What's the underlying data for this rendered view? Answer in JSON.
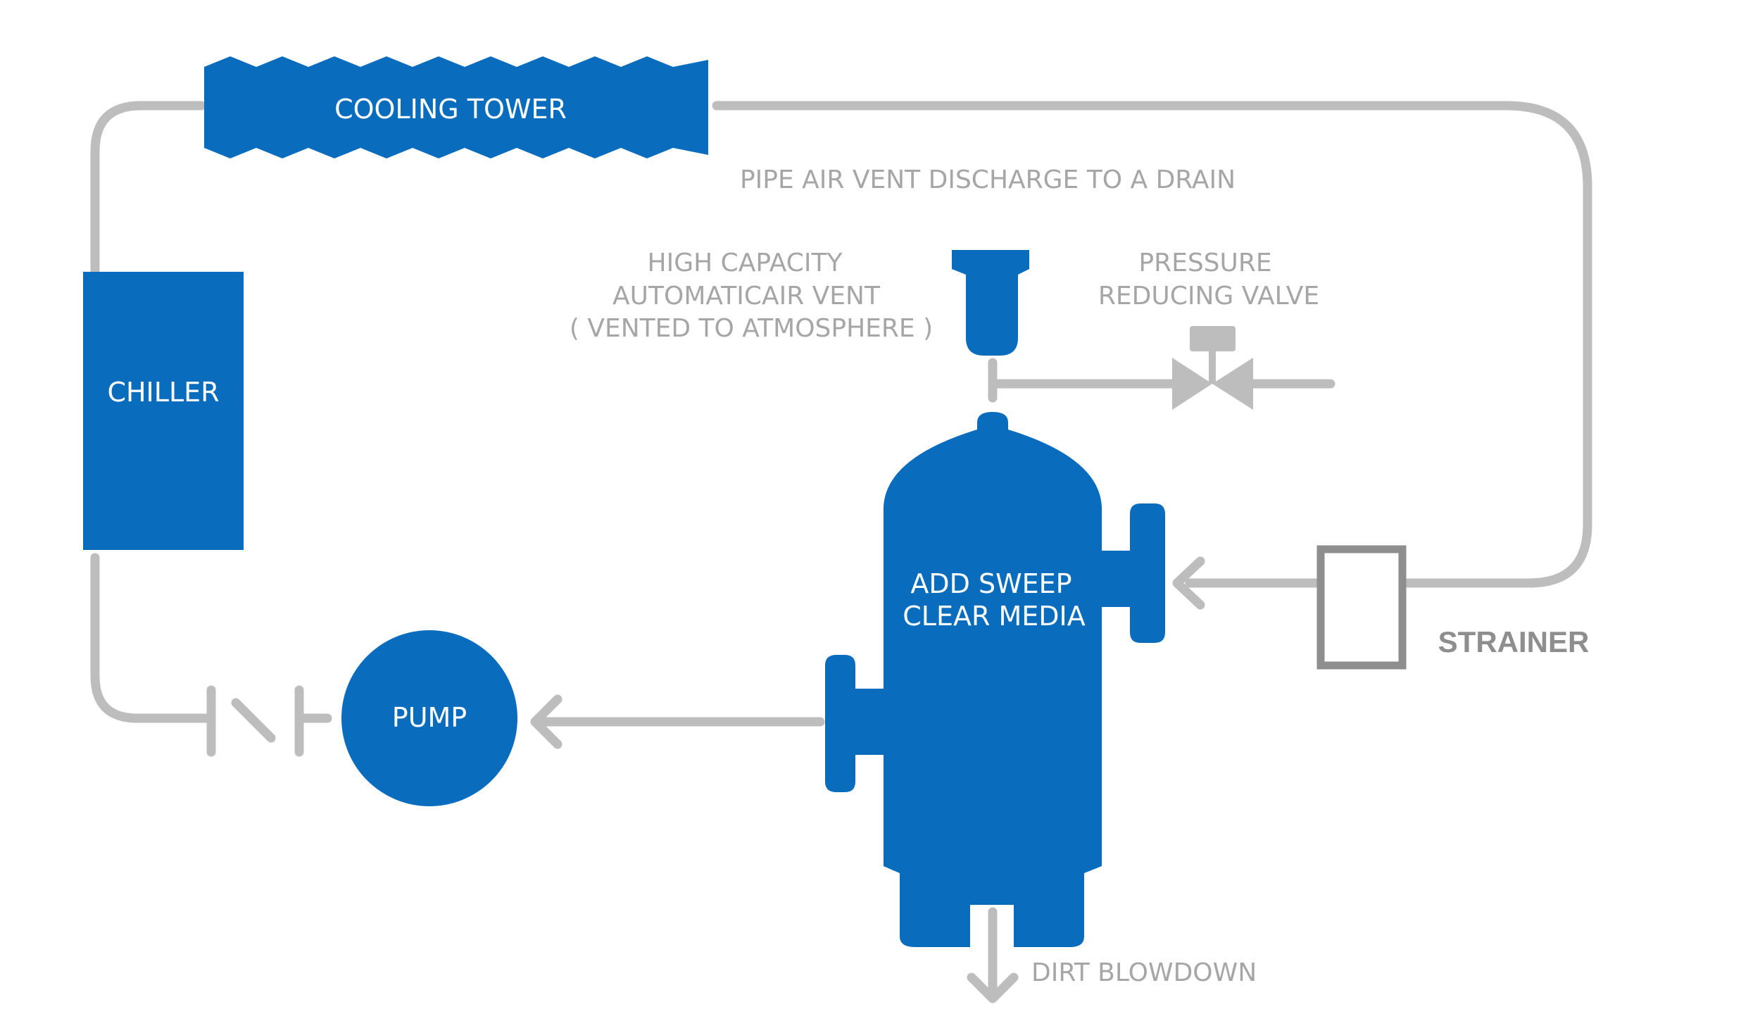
{
  "colors": {
    "equipment_blue": "#0a6cbd",
    "pipe_grey": "#bdbdbd",
    "label_grey": "#a6a6a6",
    "strainer_grey": "#8e8e8e",
    "background": "#ffffff"
  },
  "components": {
    "cooling_tower": "COOLING TOWER",
    "chiller": "CHILLER",
    "pump": "PUMP",
    "separator": [
      "ADD SWEEP",
      "CLEAR MEDIA"
    ],
    "strainer": "STRAINER"
  },
  "annotations": {
    "pipe_air_vent": "PIPE AIR VENT DISCHARGE TO A DRAIN",
    "air_vent": [
      "HIGH CAPACITY",
      "AUTOMATICAIR VENT",
      "( VENTED TO ATMOSPHERE )"
    ],
    "pressure_valve": [
      "PRESSURE",
      "REDUCING VALVE"
    ],
    "dirt_blowdown": "DIRT BLOWDOWN"
  },
  "icons": {
    "flow_arrow": "arrow-left-icon",
    "blowdown_arrow": "arrow-down-icon",
    "valve": "pressure-reducing-valve-icon",
    "check_valve": "check-valve-icon"
  }
}
